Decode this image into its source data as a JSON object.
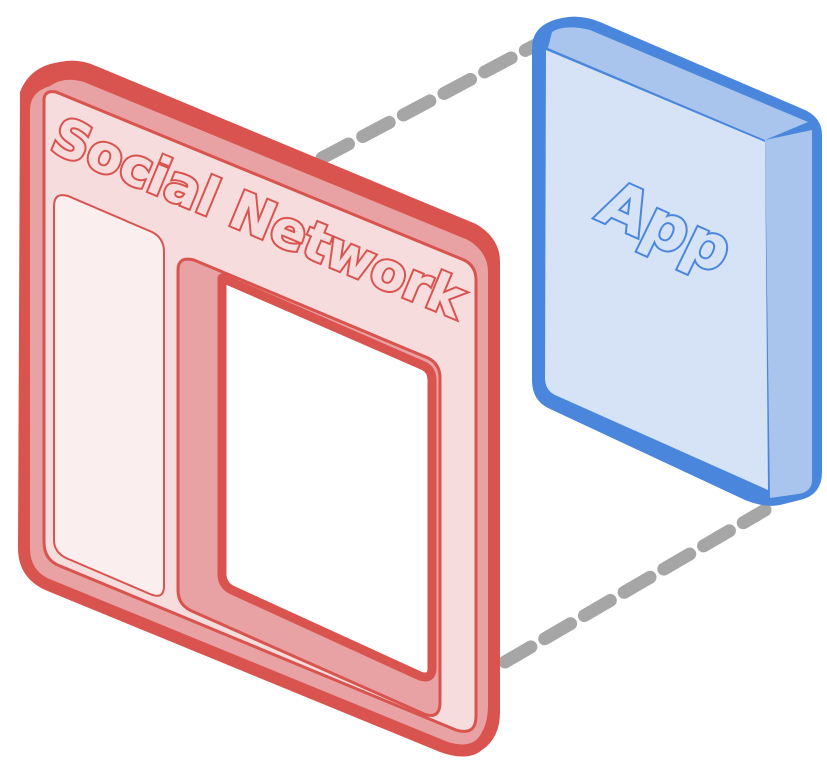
{
  "diagram": {
    "social_network": {
      "label": "Social Network",
      "colors": {
        "frame_stroke": "#d9534f",
        "frame_fill": "#e8a2a3",
        "panel_fill": "#f6dcdc",
        "sidebar_fill": "#fbeeee",
        "text_fill": "#f6dcdc"
      }
    },
    "app": {
      "label": "App",
      "colors": {
        "stroke": "#4a87dc",
        "face_fill": "#d6e3f6",
        "side_fill": "#a9c5ee",
        "text_fill": "#d6e3f6"
      }
    },
    "connectors": {
      "style": "dashed",
      "color": "#a6a6a6"
    }
  }
}
